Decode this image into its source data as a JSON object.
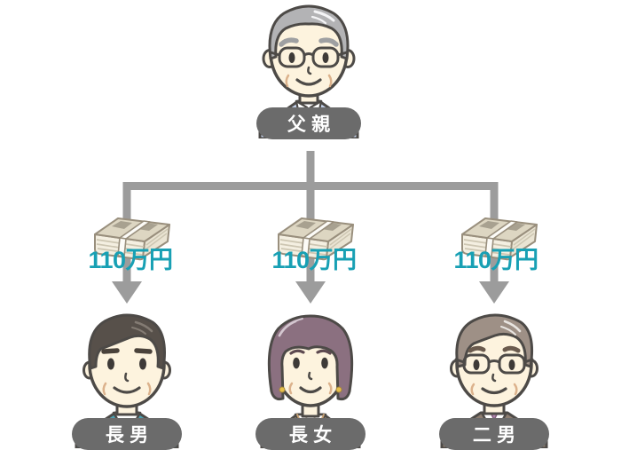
{
  "colors": {
    "background": "#ffffff",
    "connector": "#9c9c9c",
    "pill_bg": "#6b6b6b",
    "pill_text": "#ffffff",
    "amount_text": "#18a0b4"
  },
  "family_tree": {
    "parent": {
      "label": "父親"
    },
    "branches": [
      {
        "amount": "110万円",
        "child_label": "長男"
      },
      {
        "amount": "110万円",
        "child_label": "長女"
      },
      {
        "amount": "110万円",
        "child_label": "二男"
      }
    ]
  },
  "icons": {
    "money_stack": "banknote-bundle-icon",
    "arrow": "arrow-down-icon"
  }
}
